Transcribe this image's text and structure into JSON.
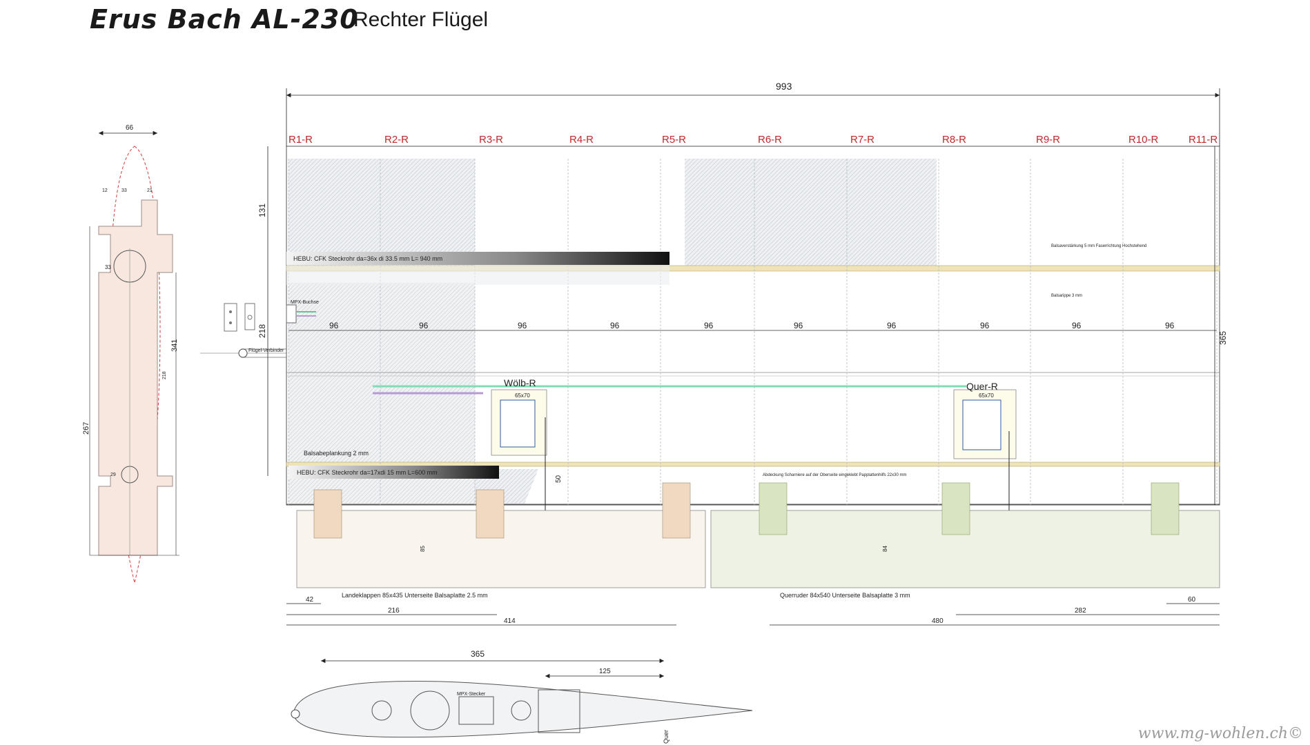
{
  "title": {
    "model": "Erus Bach  AL-230",
    "part": "Rechter Flügel"
  },
  "watermark": "www.mg-wohlen.ch©",
  "ribs": [
    "R1-R",
    "R2-R",
    "R3-R",
    "R4-R",
    "R5-R",
    "R6-R",
    "R7-R",
    "R8-R",
    "R9-R",
    "R10-R",
    "R11-R"
  ],
  "rib_spacing": "96",
  "dims": {
    "span": "993",
    "chord": "365",
    "d131": "131",
    "d218": "218",
    "d50": "50",
    "d42": "42",
    "d216": "216",
    "d414": "414",
    "d480": "480",
    "d282": "282",
    "d60": "60",
    "d85": "85",
    "d84": "84",
    "d125": "125",
    "d365b": "365"
  },
  "labels": {
    "hebu_front": "HEBU: CFK Steckrohr  da=36x di 33.5 mm  L= 940 mm",
    "hebu_rear": "HEBU: CFK Steckrohr  da=17xdi 15 mm  L=600 mm",
    "mpx_buchse": "MPX-Buchse",
    "fluegel_verbinder": "Flügel-Verbinder",
    "woelb": "Wölb-R",
    "quer": "Quer-R",
    "servo_size_a": "65x70",
    "servo_size_b": "65x70",
    "balsa_planking": "Balsabeplankung 2 mm",
    "balsa_strip": "Balsaverstärkung 5 mm Faserrichtung Hochstehend",
    "balsa_rib": "Balsarippe 3 mm",
    "landeklappen": "Landeklappen    85x435 Unterseite Balsaplatte 2.5 mm",
    "querruder": "Querruder   84x540 Unterseite Balsaplatte 3 mm",
    "mpx_stecker": "MPX-Stecker",
    "quer_vertical": "Quer",
    "hinge_note": "Abdeckung Scharniere auf der Oberseite eingeklebt Papplattenhilfs  22x30 mm"
  },
  "profile_dims": {
    "w66": "66",
    "d12": "12",
    "d33": "33",
    "d21": "21",
    "d341": "341",
    "d267": "267",
    "d29": "29",
    "d33b": "33",
    "d218b": "218"
  }
}
